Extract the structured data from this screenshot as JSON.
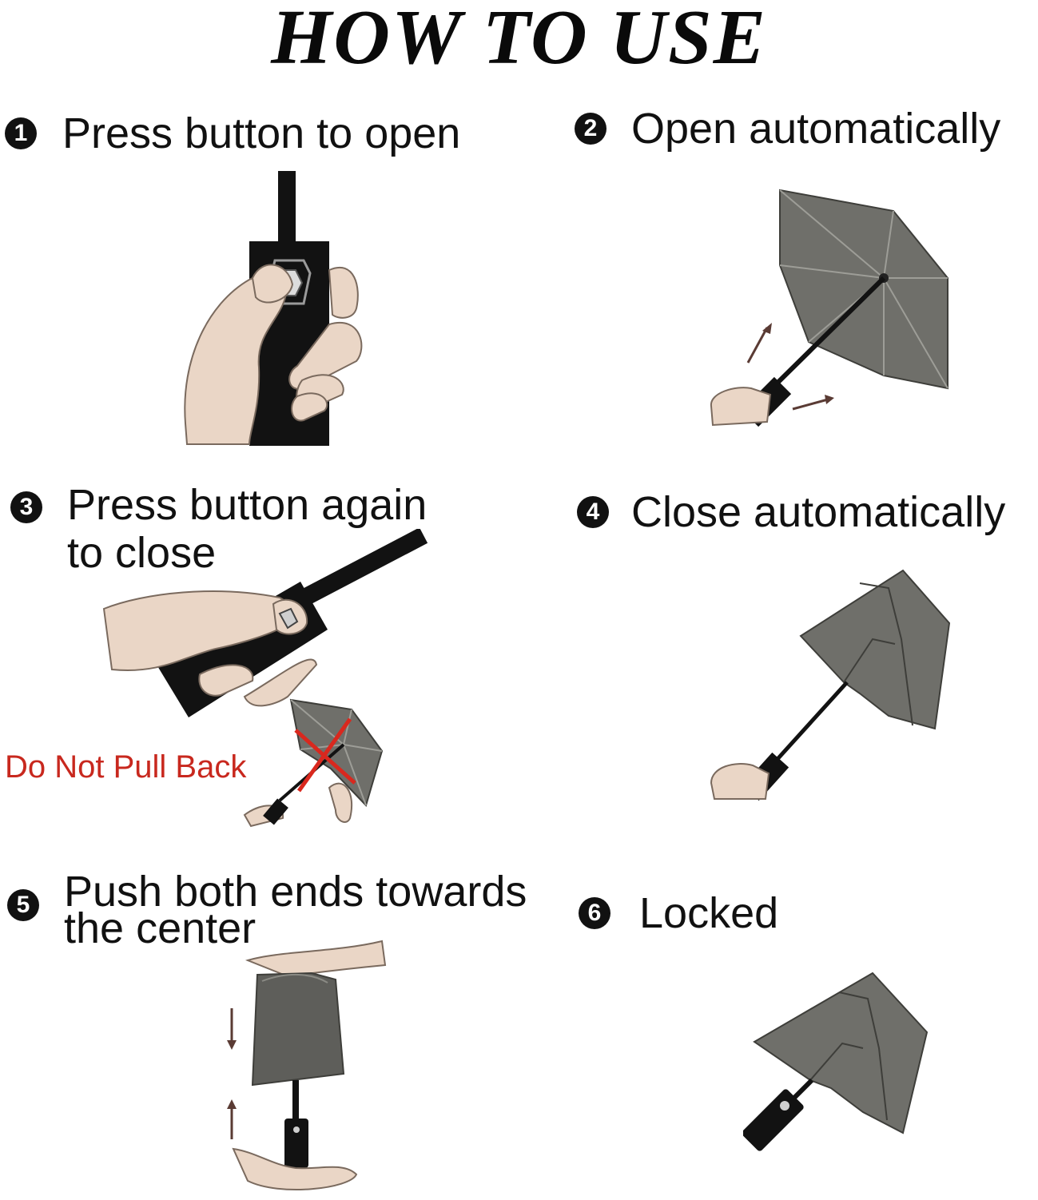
{
  "title": "HOW TO USE",
  "steps": [
    {
      "number": "1",
      "lines": [
        "Press button to open"
      ]
    },
    {
      "number": "2",
      "lines": [
        "Open automatically"
      ]
    },
    {
      "number": "3",
      "lines": [
        "Press button again",
        "to close"
      ]
    },
    {
      "number": "4",
      "lines": [
        "Close automatically"
      ]
    },
    {
      "number": "5",
      "lines": [
        "Push both ends towards",
        "the center"
      ]
    },
    {
      "number": "6",
      "lines": [
        "Locked"
      ]
    }
  ],
  "warning": "Do Not Pull Back",
  "colors": {
    "text": "#111111",
    "warning": "#c8281e",
    "canopy": "#6f6f6a",
    "skin": "#ead6c6",
    "handle": "#121212"
  },
  "icons": [
    "hand-pressing-button",
    "umbrella-open",
    "hand-closing-umbrella",
    "umbrella-closing",
    "hands-compressing-umbrella",
    "umbrella-locked",
    "arrow-up",
    "arrow-down",
    "red-cross"
  ]
}
